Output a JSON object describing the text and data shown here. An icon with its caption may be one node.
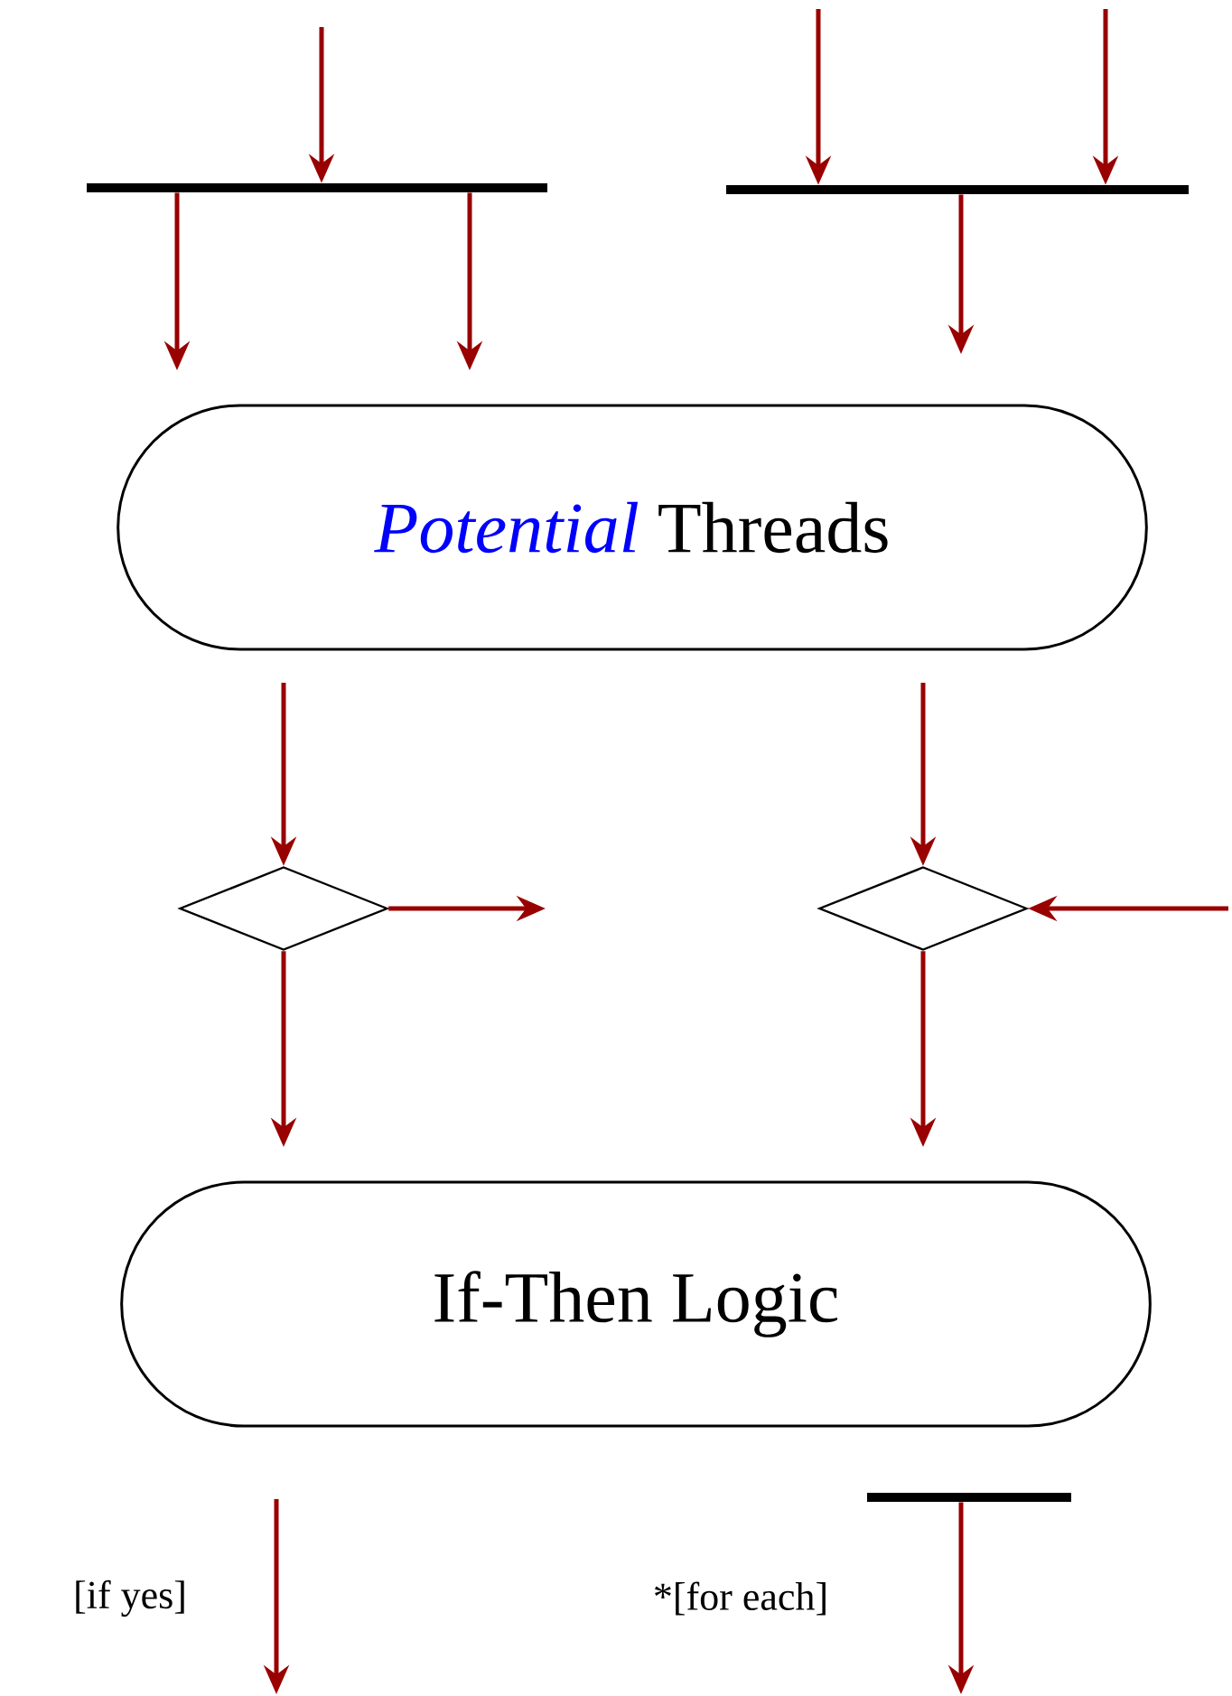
{
  "diagram": {
    "nodes": [
      {
        "text": [],
        "shape": "bar"
      },
      {
        "text": [],
        "shape": "bar"
      },
      {
        "text": [
          "Potential",
          "Threads"
        ]
      },
      {
        "text": [],
        "shape": "diamond"
      },
      {
        "text": [],
        "shape": "diamond"
      },
      {
        "text": [
          "If-Then Logic"
        ]
      },
      {
        "text": [],
        "shape": "bar"
      }
    ],
    "edges": [
      {
        "from": null,
        "to": 0,
        "arrow": "to"
      },
      {
        "from": 0,
        "to": null,
        "arrow": "to"
      },
      {
        "from": 0,
        "to": null,
        "arrow": "to"
      },
      {
        "from": null,
        "to": 1,
        "arrow": "to"
      },
      {
        "from": null,
        "to": 1,
        "arrow": "to"
      },
      {
        "from": 1,
        "to": null,
        "arrow": "to"
      },
      {
        "from": null,
        "to": 3,
        "arrow": "to"
      },
      {
        "from": 3,
        "to": null,
        "arrow": "to"
      },
      {
        "from": 3,
        "to": null,
        "arrow": "to"
      },
      {
        "from": null,
        "to": 4,
        "arrow": "to"
      },
      {
        "from": null,
        "to": 4,
        "arrow": "to"
      },
      {
        "from": 4,
        "to": null,
        "arrow": "to"
      },
      {
        "from": 6,
        "to": null,
        "arrow": "to",
        "label": "*[for each]"
      }
    ],
    "labels": [
      "[if yes]"
    ]
  }
}
